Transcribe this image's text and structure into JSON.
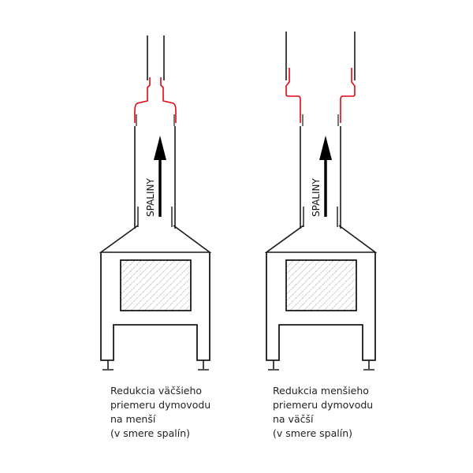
{
  "flow_label": "SPALINY",
  "colors": {
    "line": "#1a1a1a",
    "adapter": "#e30613",
    "hatch": "#888888"
  },
  "panels": [
    {
      "caption": [
        "Redukcia väčšieho",
        "priemeru dymovodu",
        "na menší",
        "(v smere spalín)"
      ]
    },
    {
      "caption": [
        "Redukcia menšieho",
        "priemeru dymovodu",
        "na väčší",
        "(v smere spalín)"
      ]
    }
  ]
}
